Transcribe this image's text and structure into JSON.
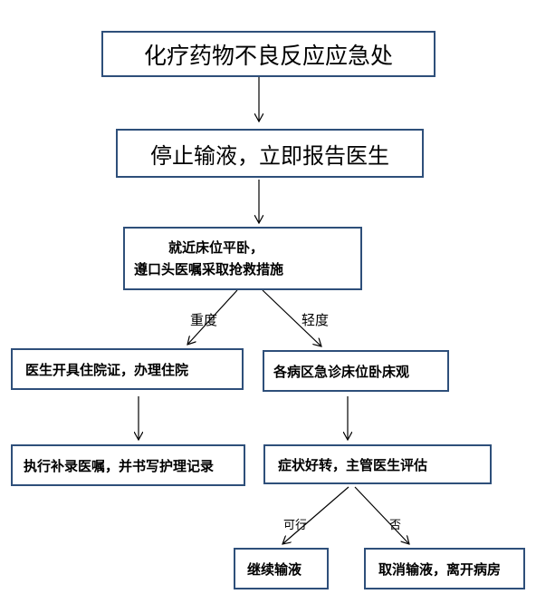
{
  "nodes": {
    "title": "化疗药物不良反应应急处",
    "stop": "停止输液，立即报告医生",
    "rest_line1": "就近床位平卧，",
    "rest_line2": "遵口头医嘱采取抢救措施",
    "admit": "医生开具住院证，办理住院",
    "observe": "各病区急诊床位卧床观",
    "record": "执行补录医嘱，并书写护理记录",
    "evaluate": "症状好转，主管医生评估",
    "continue": "继续输液",
    "cancel": "取消输液，离开病房"
  },
  "edges": {
    "severe": "重度",
    "mild": "轻度",
    "feasible": "可行",
    "no": "否"
  }
}
